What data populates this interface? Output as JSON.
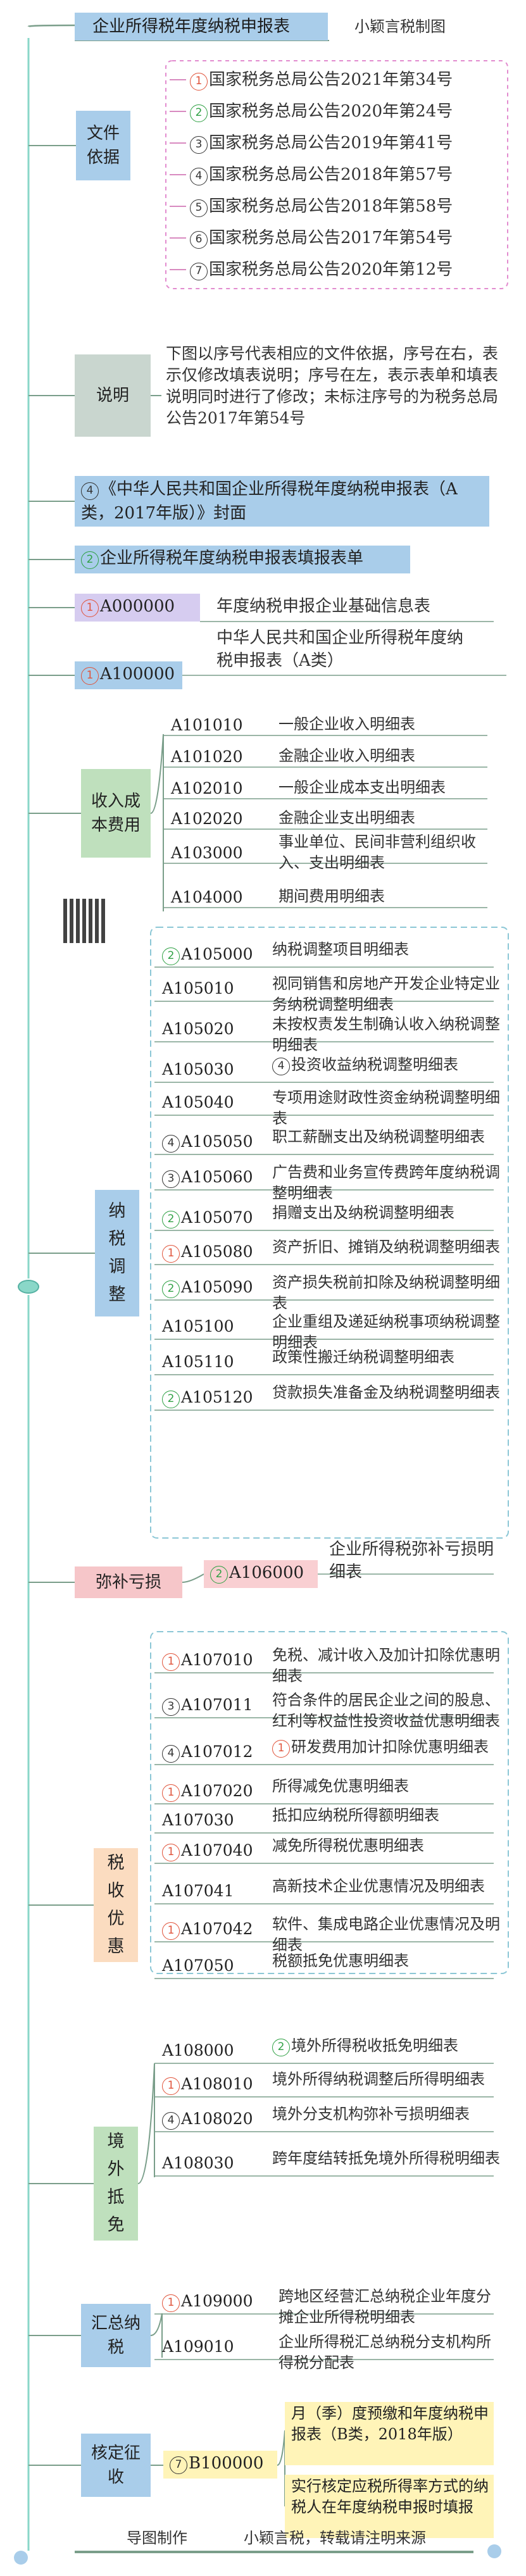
{
  "header": {
    "title": "企业所得税年度纳税申报表",
    "credit": "小颖言税制图"
  },
  "docs": {
    "label": "文件依据",
    "items": [
      {
        "num": "1",
        "text": "国家税务总局公告2021年第34号"
      },
      {
        "num": "2",
        "text": "国家税务总局公告2020年第24号"
      },
      {
        "num": "3",
        "text": "国家税务总局公告2019年第41号"
      },
      {
        "num": "4",
        "text": "国家税务总局公告2018年第57号"
      },
      {
        "num": "5",
        "text": "国家税务总局公告2018年第58号"
      },
      {
        "num": "6",
        "text": "国家税务总局公告2017年第54号"
      },
      {
        "num": "7",
        "text": "国家税务总局公告2020年第12号"
      }
    ]
  },
  "note": {
    "label": "说明",
    "text": "下图以序号代表相应的文件依据，序号在右，表示仅修改填表说明；序号在左，表示表单和填表说明同时进行了修改；未标注序号的为税务总局公告2017年第54号"
  },
  "cover": {
    "num": "4",
    "text": "《中华人民共和国企业所得税年度纳税申报表（A类，2017年版）》封面"
  },
  "list": {
    "num": "2",
    "text": "企业所得税年度纳税申报表填报表单"
  },
  "basic": {
    "num": "1",
    "code": "A000000",
    "text": "年度纳税申报企业基础信息表"
  },
  "main": {
    "num": "1",
    "code": "A100000",
    "text": "中华人民共和国企业所得税年度纳税申报表（A类）"
  },
  "income": {
    "label": "收入成本费用",
    "rows": [
      {
        "code": "A101010",
        "text": "一般企业收入明细表"
      },
      {
        "code": "A101020",
        "text": "金融企业收入明细表"
      },
      {
        "code": "A102010",
        "text": "一般企业成本支出明细表"
      },
      {
        "code": "A102020",
        "text": "金融企业支出明细表"
      },
      {
        "code": "A103000",
        "text": "事业单位、民间非营利组织收入、支出明细表"
      },
      {
        "code": "A104000",
        "text": "期间费用明细表"
      }
    ]
  },
  "adjust": {
    "label": "纳税调整",
    "rows": [
      {
        "lnum": "2",
        "code": "A105000",
        "rnum": "",
        "text": "纳税调整项目明细表"
      },
      {
        "lnum": "",
        "code": "A105010",
        "rnum": "",
        "text": "视同销售和房地产开发企业特定业务纳税调整明细表"
      },
      {
        "lnum": "",
        "code": "A105020",
        "rnum": "",
        "text": "未按权责发生制确认收入纳税调整明细表"
      },
      {
        "lnum": "",
        "code": "A105030",
        "rnum": "4",
        "text": "投资收益纳税调整明细表"
      },
      {
        "lnum": "",
        "code": "A105040",
        "rnum": "",
        "text": "专项用途财政性资金纳税调整明细表"
      },
      {
        "lnum": "4",
        "code": "A105050",
        "rnum": "",
        "text": "职工薪酬支出及纳税调整明细表"
      },
      {
        "lnum": "3",
        "code": "A105060",
        "rnum": "",
        "text": "广告费和业务宣传费跨年度纳税调整明细表"
      },
      {
        "lnum": "2",
        "code": "A105070",
        "rnum": "",
        "text": "捐赠支出及纳税调整明细表"
      },
      {
        "lnum": "1",
        "code": "A105080",
        "rnum": "",
        "text": "资产折旧、摊销及纳税调整明细表"
      },
      {
        "lnum": "2",
        "code": "A105090",
        "rnum": "",
        "text": "资产损失税前扣除及纳税调整明细表"
      },
      {
        "lnum": "",
        "code": "A105100",
        "rnum": "",
        "text": "企业重组及递延纳税事项纳税调整明细表"
      },
      {
        "lnum": "",
        "code": "A105110",
        "rnum": "",
        "text": "政策性搬迁纳税调整明细表"
      },
      {
        "lnum": "2",
        "code": "A105120",
        "rnum": "",
        "text": "贷款损失准备金及纳税调整明细表"
      }
    ]
  },
  "loss": {
    "label": "弥补亏损",
    "num": "2",
    "code": "A106000",
    "text": "企业所得税弥补亏损明细表"
  },
  "pref": {
    "label": "税收优惠",
    "rows": [
      {
        "lnum": "1",
        "code": "A107010",
        "rnum": "",
        "text": "免税、减计收入及加计扣除优惠明细表"
      },
      {
        "lnum": "3",
        "code": "A107011",
        "rnum": "",
        "text": "符合条件的居民企业之间的股息、红利等权益性投资收益优惠明细表"
      },
      {
        "lnum": "4",
        "code": "A107012",
        "rnum": "1",
        "text": "研发费用加计扣除优惠明细表"
      },
      {
        "lnum": "1",
        "code": "A107020",
        "rnum": "",
        "text": "所得减免优惠明细表"
      },
      {
        "lnum": "",
        "code": "A107030",
        "rnum": "",
        "text": "抵扣应纳税所得额明细表"
      },
      {
        "lnum": "1",
        "code": "A107040",
        "rnum": "",
        "text": "减免所得税优惠明细表"
      },
      {
        "lnum": "",
        "code": "A107041",
        "rnum": "",
        "text": "高新技术企业优惠情况及明细表"
      },
      {
        "lnum": "1",
        "code": "A107042",
        "rnum": "",
        "text": "软件、集成电路企业优惠情况及明细表"
      },
      {
        "lnum": "",
        "code": "A107050",
        "rnum": "",
        "text": "税额抵免优惠明细表"
      }
    ]
  },
  "foreign": {
    "label": "境外抵免",
    "rows": [
      {
        "lnum": "",
        "code": "A108000",
        "rnum": "2",
        "text": "境外所得税收抵免明细表"
      },
      {
        "lnum": "1",
        "code": "A108010",
        "rnum": "",
        "text": "境外所得纳税调整后所得明细表"
      },
      {
        "lnum": "4",
        "code": "A108020",
        "rnum": "",
        "text": "境外分支机构弥补亏损明细表"
      },
      {
        "lnum": "",
        "code": "A108030",
        "rnum": "",
        "text": "跨年度结转抵免境外所得税明细表"
      }
    ]
  },
  "summary": {
    "label": "汇总纳税",
    "rows": [
      {
        "lnum": "1",
        "code": "A109000",
        "text": "跨地区经营汇总纳税企业年度分摊企业所得税明细表"
      },
      {
        "lnum": "",
        "code": "A109010",
        "text": "企业所得税汇总纳税分支机构所得税分配表"
      }
    ]
  },
  "verify": {
    "label": "核定征收",
    "num": "7",
    "code": "B100000",
    "text1": "月（季）度预缴和年度纳税申报表（B类，2018年版）",
    "text2": "实行核定应税所得率方式的纳税人在年度纳税申报时填报"
  },
  "footer": {
    "made": "导图制作",
    "credit": "小颖言税，转载请注明来源"
  },
  "colors": {
    "blue": "#a9cdea",
    "green": "#bfe0bd",
    "pink": "#f6c6c9",
    "peach": "#fbdcc0",
    "yellow": "#fff0a6",
    "line": "#7a9e8a",
    "red": "#e0533a",
    "green_num": "#2ea043"
  }
}
